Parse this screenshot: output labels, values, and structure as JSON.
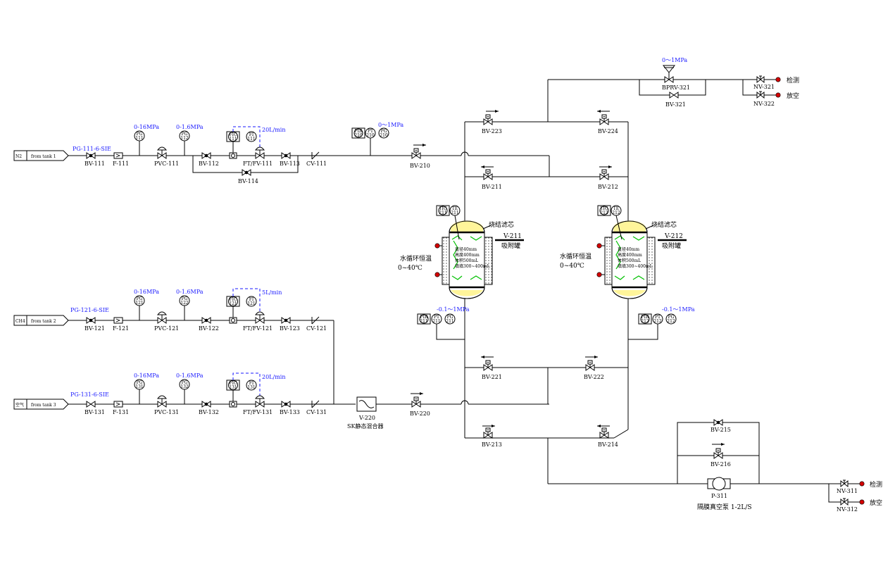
{
  "lines": [
    {
      "id": "n2",
      "source_tag": "N2",
      "source_label": "from tank 1",
      "pipe_tag": "PG-111-6-SIE",
      "pg1_range": "0-16MPa",
      "pg2_range": "0-1.6MPa",
      "flow_range": "20L/min",
      "pg1_tag": [
        "PG",
        "111"
      ],
      "pg2_tag": [
        "PG",
        "112"
      ],
      "fic_tag": [
        "FIC",
        "111"
      ],
      "fi_tag": [
        "FI",
        "111"
      ],
      "bv_a": "BV-111",
      "filter": "F-111",
      "pvc": "PVC-111",
      "bv_b": "BV-112",
      "ftfv": "FT/FV-111",
      "bv_c": "BV-113",
      "cv": "CV-111",
      "bypass": "BV-114"
    },
    {
      "id": "ch4",
      "source_tag": "CH4",
      "source_label": "from tank 2",
      "pipe_tag": "PG-121-6-SIE",
      "pg1_range": "0-16MPa",
      "pg2_range": "0-1.6MPa",
      "flow_range": "5L/min",
      "pg1_tag": [
        "PG",
        "121"
      ],
      "pg2_tag": [
        "PG",
        "122"
      ],
      "fic_tag": [
        "FIC",
        "121"
      ],
      "fi_tag": [
        "FI",
        "121"
      ],
      "bv_a": "BV-121",
      "filter": "F-121",
      "pvc": "PVC-121",
      "bv_b": "BV-122",
      "ftfv": "FT/FV-121",
      "bv_c": "BV-123",
      "cv": "CV-121"
    },
    {
      "id": "air",
      "source_tag": "空气",
      "source_label": "from tank 3",
      "pipe_tag": "PG-131-6-SIE",
      "pg1_range": "0-16MPa",
      "pg2_range": "0-1.6MPa",
      "flow_range": "20L/min",
      "pg1_tag": [
        "PG",
        "131"
      ],
      "pg2_tag": [
        "PG",
        "132"
      ],
      "fic_tag": [
        "FIC",
        "131"
      ],
      "fi_tag": [
        "FI",
        "131"
      ],
      "bv_a": "BV-131",
      "filter": "F-131",
      "pvc": "PVC-131",
      "bv_b": "BV-132",
      "ftfv": "FT/FV-131",
      "bv_c": "BV-133",
      "cv": "CV-131"
    }
  ],
  "inlet": {
    "range": "0～1MPa",
    "pir_tag": [
      "PIR",
      "210"
    ],
    "pt_tag": [
      "PT",
      "210"
    ],
    "pg_tag": [
      "PG",
      "210"
    ],
    "valve": "BV-210"
  },
  "mixer": {
    "tag": "V-220",
    "name": "SK静态混合器",
    "valve": "BV-220"
  },
  "valves": {
    "bv223": "BV-223",
    "bv224": "BV-224",
    "bv211": "BV-211",
    "bv212": "BV-212",
    "bv221": "BV-221",
    "bv222": "BV-222",
    "bv213": "BV-213",
    "bv214": "BV-214"
  },
  "vessels": [
    {
      "tag": "V-211",
      "name": "吸附罐",
      "filter_label": "烧结滤芯",
      "jacket_label": "水循环恒温",
      "temp_range": "0~40℃",
      "specs": [
        "直径40mm",
        "高度400mm",
        "体积500mL",
        "填填300~400mL"
      ],
      "tic_tag": [
        "TIC",
        "211"
      ],
      "te_tag": [
        "TE",
        "211"
      ],
      "bottom_range": "-0.1～1MPa",
      "pir_tag": [
        "PIR",
        "211"
      ],
      "pt_tag": [
        "PT",
        "211"
      ],
      "pg_tag": [
        "PG",
        "211"
      ]
    },
    {
      "tag": "V-212",
      "name": "吸附罐",
      "filter_label": "烧结滤芯",
      "jacket_label": "水循环恒温",
      "temp_range": "0~40℃",
      "specs": [
        "直径40mm",
        "高度400mm",
        "体积500mL",
        "填填300~400mL"
      ],
      "tic_tag": [
        "TIC",
        "212"
      ],
      "te_tag": [
        "TE",
        "212"
      ],
      "bottom_range": "-0.1～1MPa",
      "pir_tag": [
        "PIR",
        "212"
      ],
      "pt_tag": [
        "PT",
        "212"
      ],
      "pg_tag": [
        "PG",
        "212"
      ]
    }
  ],
  "top_outlet": {
    "range": "0～1MPa",
    "bprv": "BPRV-321",
    "bv": "BV-321",
    "nv_a": "NV-321",
    "nv_b": "NV-322",
    "dest_a": "检测",
    "dest_b": "放空"
  },
  "vacuum": {
    "bv_a": "BV-215",
    "bv_b": "BV-216",
    "pump": "P-311",
    "pump_name": "隔膜真空泵  1-2L/S",
    "nv_a": "NV-311",
    "nv_b": "NV-312",
    "dest_a": "检测",
    "dest_b": "放空"
  }
}
